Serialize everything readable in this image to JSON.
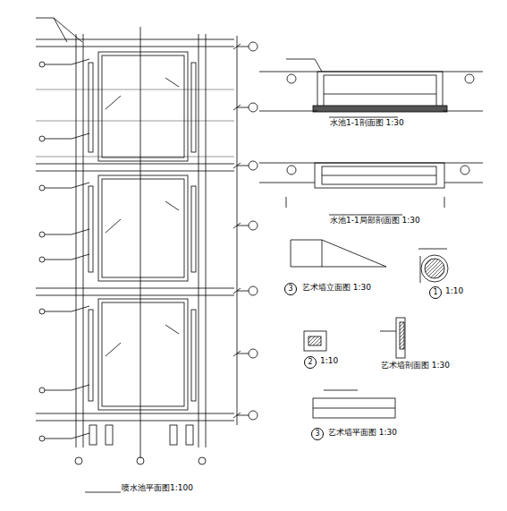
{
  "diagram": {
    "labels": [
      "喷水池平面图1:100",
      "水池1-1剖面图 1:30",
      "水池1-1局部剖面图 1:30",
      "3",
      "艺术墙立面图 1:30",
      "1",
      "1:10",
      "2",
      "1:10",
      "艺术墙剖面图 1:30",
      "3",
      "艺术墙平面图 1:30"
    ]
  }
}
